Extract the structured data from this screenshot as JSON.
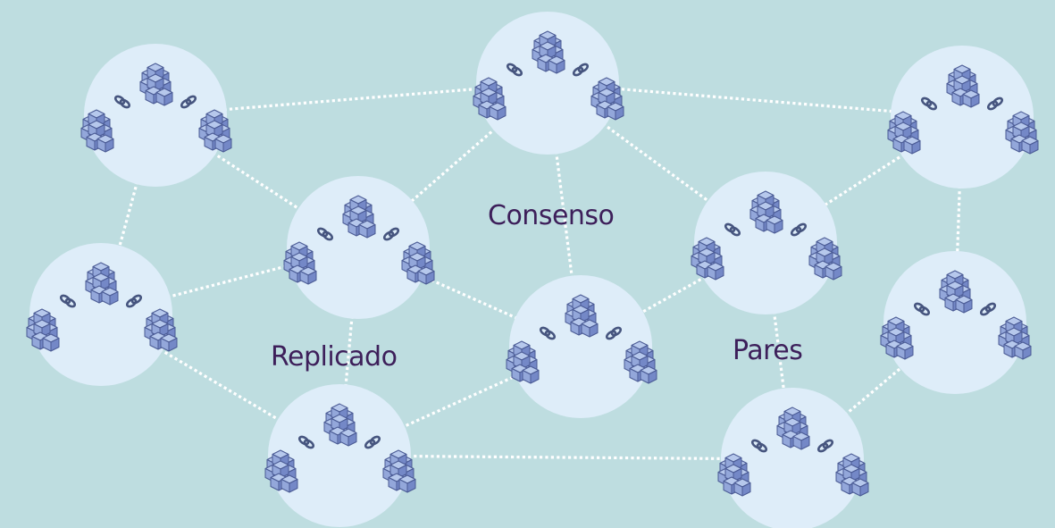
{
  "colors": {
    "background": "#bedde0",
    "node_circle": "#deedf9",
    "edge": "#ffffff",
    "label": "#3d1f5a",
    "cube_top": "#b6c8ec",
    "cube_left": "#93a7da",
    "cube_right": "#7488c7",
    "cube_stroke": "#4a5a94",
    "chain": "#46557f"
  },
  "labels": {
    "consensus": "Consenso",
    "replicated": "Replicado",
    "peers": "Pares"
  },
  "icon": "blockchain-cluster-icon",
  "nodes": [
    {
      "id": "n1"
    },
    {
      "id": "n2"
    },
    {
      "id": "n3"
    },
    {
      "id": "n4"
    },
    {
      "id": "n5"
    },
    {
      "id": "n6"
    },
    {
      "id": "n7"
    },
    {
      "id": "n8"
    },
    {
      "id": "n9"
    },
    {
      "id": "n10"
    },
    {
      "id": "n11"
    }
  ],
  "edges": [
    [
      "n1",
      "n2"
    ],
    [
      "n1",
      "n4"
    ],
    [
      "n1",
      "n5"
    ],
    [
      "n2",
      "n3"
    ],
    [
      "n2",
      "n5"
    ],
    [
      "n2",
      "n6"
    ],
    [
      "n2",
      "n7"
    ],
    [
      "n3",
      "n6"
    ],
    [
      "n3",
      "n10"
    ],
    [
      "n4",
      "n5"
    ],
    [
      "n4",
      "n8"
    ],
    [
      "n5",
      "n7"
    ],
    [
      "n5",
      "n8"
    ],
    [
      "n6",
      "n7"
    ],
    [
      "n6",
      "n9"
    ],
    [
      "n7",
      "n8"
    ],
    [
      "n8",
      "n9"
    ],
    [
      "n9",
      "n11"
    ],
    [
      "n10",
      "n11"
    ]
  ]
}
